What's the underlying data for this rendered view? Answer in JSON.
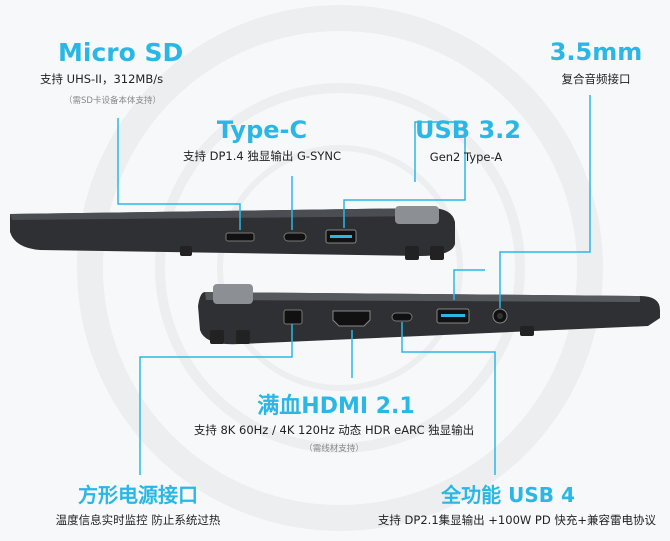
{
  "callouts": {
    "micro_sd": {
      "title": "Micro SD",
      "desc": "支持 UHS-II，312MB/s",
      "note": "（需SD卡设备本体支持）"
    },
    "type_c": {
      "title": "Type-C",
      "desc": "支持 DP1.4 独显输出 G-SYNC"
    },
    "usb32": {
      "title": "USB 3.2",
      "desc": "Gen2 Type-A"
    },
    "audio": {
      "title": "3.5mm",
      "desc": "复合音频接口"
    },
    "hdmi": {
      "title": "满血HDMI 2.1",
      "desc": "支持 8K 60Hz / 4K 120Hz  动态 HDR eARC 独显输出",
      "note": "（需线材支持）"
    },
    "power": {
      "title": "方形电源接口",
      "desc": "温度信息实时监控 防止系统过热"
    },
    "usb4": {
      "title": "全功能 USB 4",
      "desc": "支持 DP2.1集显输出 +100W PD 快充+兼容雷电协议"
    }
  },
  "colors": {
    "accent": "#2ab7e6",
    "chassis": "#2b2d30",
    "background": "#f7f8f9"
  }
}
